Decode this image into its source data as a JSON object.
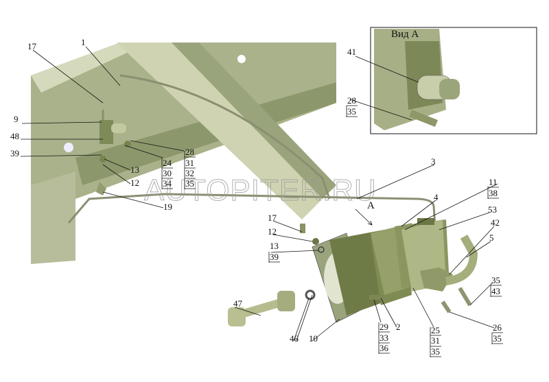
{
  "view_title": "Вид А",
  "watermark": "AUTOPITER.RU",
  "view_arrow_label": "A",
  "colors": {
    "frame": "#b9bf98",
    "frame_dark": "#6f7a55",
    "part": "#7f8c55",
    "part_dark": "#4f5a35",
    "line": "#111111"
  },
  "callouts": {
    "c17a": "17",
    "c1": "1",
    "c9": "9",
    "c48": "48",
    "c39": "39",
    "c13": "13",
    "c12": "12",
    "g24": [
      "24",
      "30",
      "34"
    ],
    "g28": [
      "28",
      "31",
      "32",
      "35"
    ],
    "c19": "19",
    "c3": "3",
    "g11": [
      "11",
      "38"
    ],
    "c4": "4",
    "c53": "53",
    "c42": "42",
    "c5": "5",
    "c17b": "17",
    "c12b": "12",
    "g13": [
      "13",
      "39"
    ],
    "g35": [
      "35",
      "43"
    ],
    "c47": "47",
    "c46": "46",
    "c10": "10",
    "g29": [
      "29",
      "33",
      "36"
    ],
    "c2": "2",
    "g25": [
      "25",
      "31",
      "35"
    ],
    "g26": [
      "26",
      "35"
    ],
    "c41": "41",
    "g28v": [
      "28",
      "35"
    ]
  }
}
